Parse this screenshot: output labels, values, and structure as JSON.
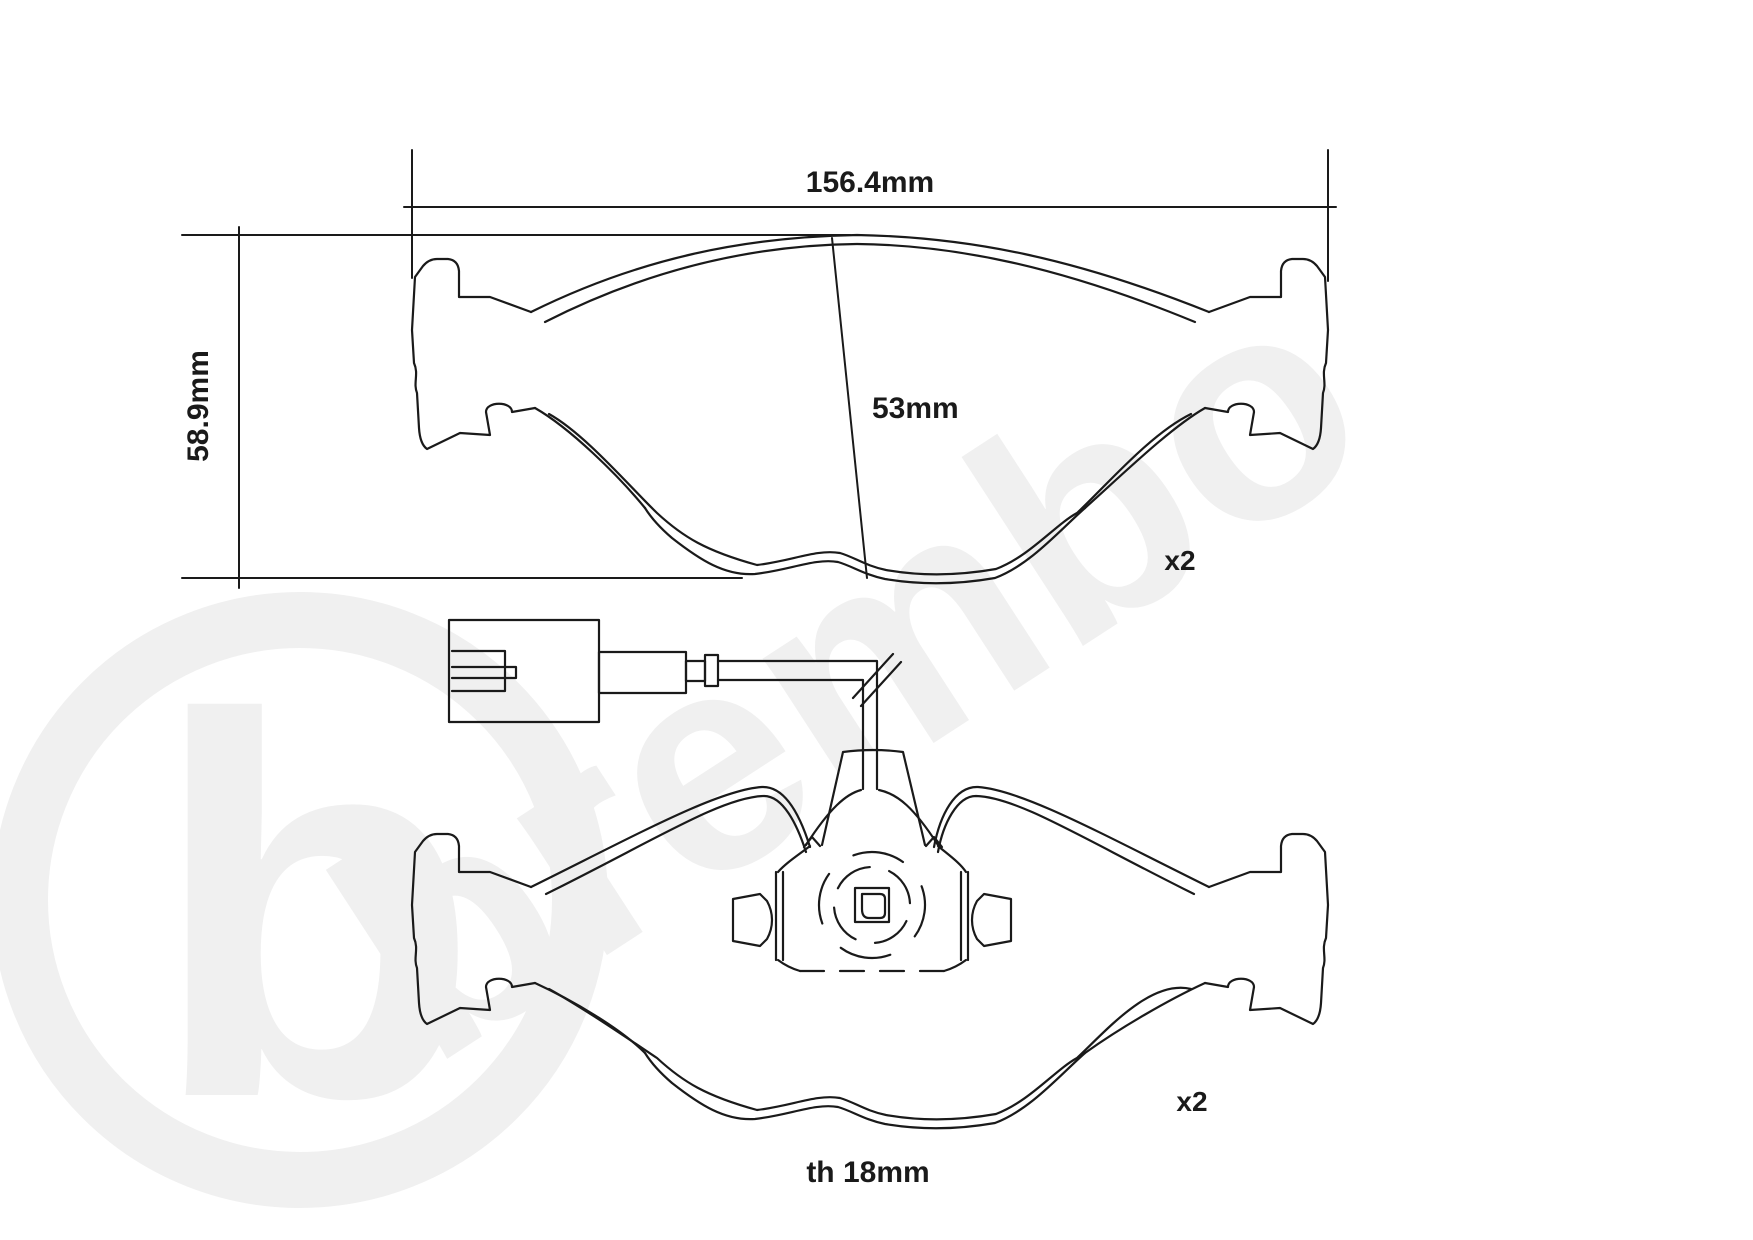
{
  "front_view": {
    "width_dimension": "156.4mm",
    "height_dimension": "58.9mm",
    "pad_height_dimension": "53mm",
    "quantity_label": "x2"
  },
  "back_view": {
    "quantity_label": "x2",
    "thickness_label": "th 18mm"
  },
  "watermark": {
    "brand_text": "brembo",
    "logo_letter": "b"
  },
  "colors": {
    "line": "#1a1a1a",
    "background": "#ffffff",
    "watermark": "#f0f0f0"
  }
}
